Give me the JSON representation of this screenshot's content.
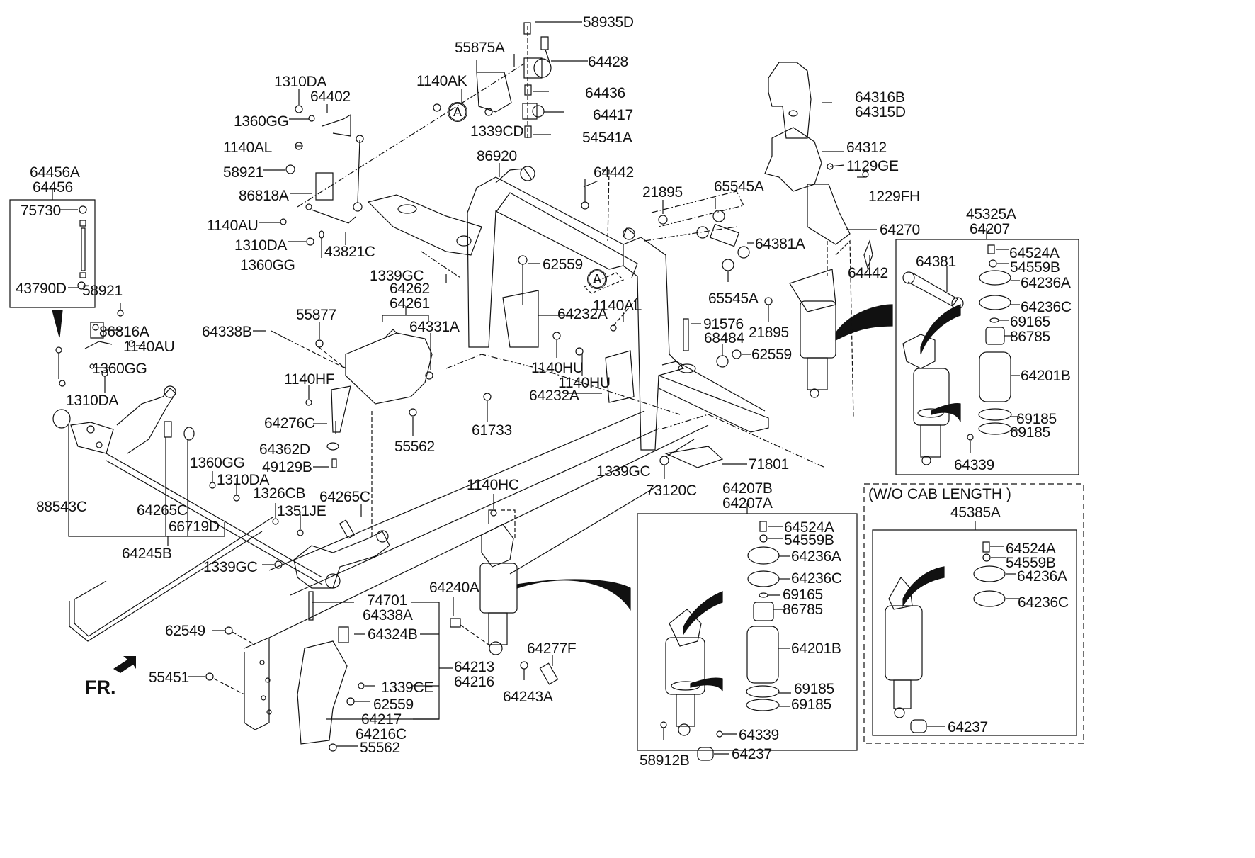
{
  "diagram": {
    "title": "Front suspension / cab air suspension exploded parts diagram",
    "direction_label": "FR.",
    "reference_marker": "A",
    "note_wo_cab_length": "(W/O CAB LENGTH )",
    "callouts": {
      "p58935D": "58935D",
      "p55875A": "55875A",
      "p64428": "64428",
      "p1140AK": "1140AK",
      "p64436": "64436",
      "p64417": "64417",
      "p1339CD": "1339CD",
      "p54541A": "54541A",
      "p1310DA_top": "1310DA",
      "p64402": "64402",
      "p1360GG_top": "1360GG",
      "p1140AL_top": "1140AL",
      "p58921_top": "58921",
      "p86818A": "86818A",
      "p1140AU_top": "1140AU",
      "p1310DA_mid": "1310DA",
      "p43821C": "43821C",
      "p1360GG_mid": "1360GG",
      "p64456A": "64456A",
      "p64456": "64456",
      "p75730": "75730",
      "p43790D": "43790D",
      "p58921_left": "58921",
      "p86816A": "86816A",
      "p1140AU_left": "1140AU",
      "p1360GG_left": "1360GG",
      "p1310DA_left": "1310DA",
      "p86920": "86920",
      "p64442_top": "64442",
      "p21895_top": "21895",
      "p65545A_top": "65545A",
      "p64381A": "64381A",
      "p62559_mid": "62559",
      "p65545A_low": "65545A",
      "p21895_low": "21895",
      "p1339GC_top": "1339GC",
      "p64262": "64262",
      "p64261": "64261",
      "p55877": "55877",
      "p64331A": "64331A",
      "p64338B": "64338B",
      "p64232A_top": "64232A",
      "p1140AL_mid": "1140AL",
      "p91576": "91576",
      "p68484": "68484",
      "p62559_right": "62559",
      "p1140HU_a": "1140HU",
      "p1140HU_b": "1140HU",
      "p64232A_low": "64232A",
      "p1140HF": "1140HF",
      "p64276C": "64276C",
      "p55562_mid": "55562",
      "p61733": "61733",
      "p64362D": "64362D",
      "p49129B": "49129B",
      "p1339GC_mid": "1339GC",
      "p71801": "71801",
      "p73120C": "73120C",
      "p1360GG_low": "1360GG",
      "p1310DA_low": "1310DA",
      "p1326CB": "1326CB",
      "p1351JE": "1351JE",
      "p64265C_right": "64265C",
      "p88543C": "88543C",
      "p64265C_left": "64265C",
      "p66719D": "66719D",
      "p64245B": "64245B",
      "p1140HC": "1140HC",
      "p1339GC_low": "1339GC",
      "p64240A": "64240A",
      "p74701": "74701",
      "p64338A": "64338A",
      "p62549": "62549",
      "p64324B": "64324B",
      "p64213": "64213",
      "p64216": "64216",
      "p64277F": "64277F",
      "p55451": "55451",
      "p1339CE": "1339CE",
      "p62559_low": "62559",
      "p64243A": "64243A",
      "p64217": "64217",
      "p64216C": "64216C",
      "p55562_low": "55562",
      "p64316B": "64316B",
      "p64315D": "64315D",
      "p64312": "64312",
      "p1129GE": "1129GE",
      "p1229FH": "1229FH",
      "p64270": "64270",
      "p64442_right": "64442"
    },
    "box_45325A": {
      "header1": "45325A",
      "header2": "64207",
      "items": [
        "64381",
        "64524A",
        "54559B",
        "64236A",
        "64236C",
        "69165",
        "86785",
        "64201B",
        "69185",
        "69185",
        "64339"
      ]
    },
    "box_64207B": {
      "header1": "64207B",
      "header2": "64207A",
      "items": [
        "64524A",
        "54559B",
        "64236A",
        "64236C",
        "69165",
        "86785",
        "64201B",
        "69185",
        "69185",
        "64339",
        "64237",
        "58912B"
      ]
    },
    "box_45385A": {
      "header": "45385A",
      "items": [
        "64524A",
        "54559B",
        "64236A",
        "64236C",
        "64237"
      ]
    }
  }
}
